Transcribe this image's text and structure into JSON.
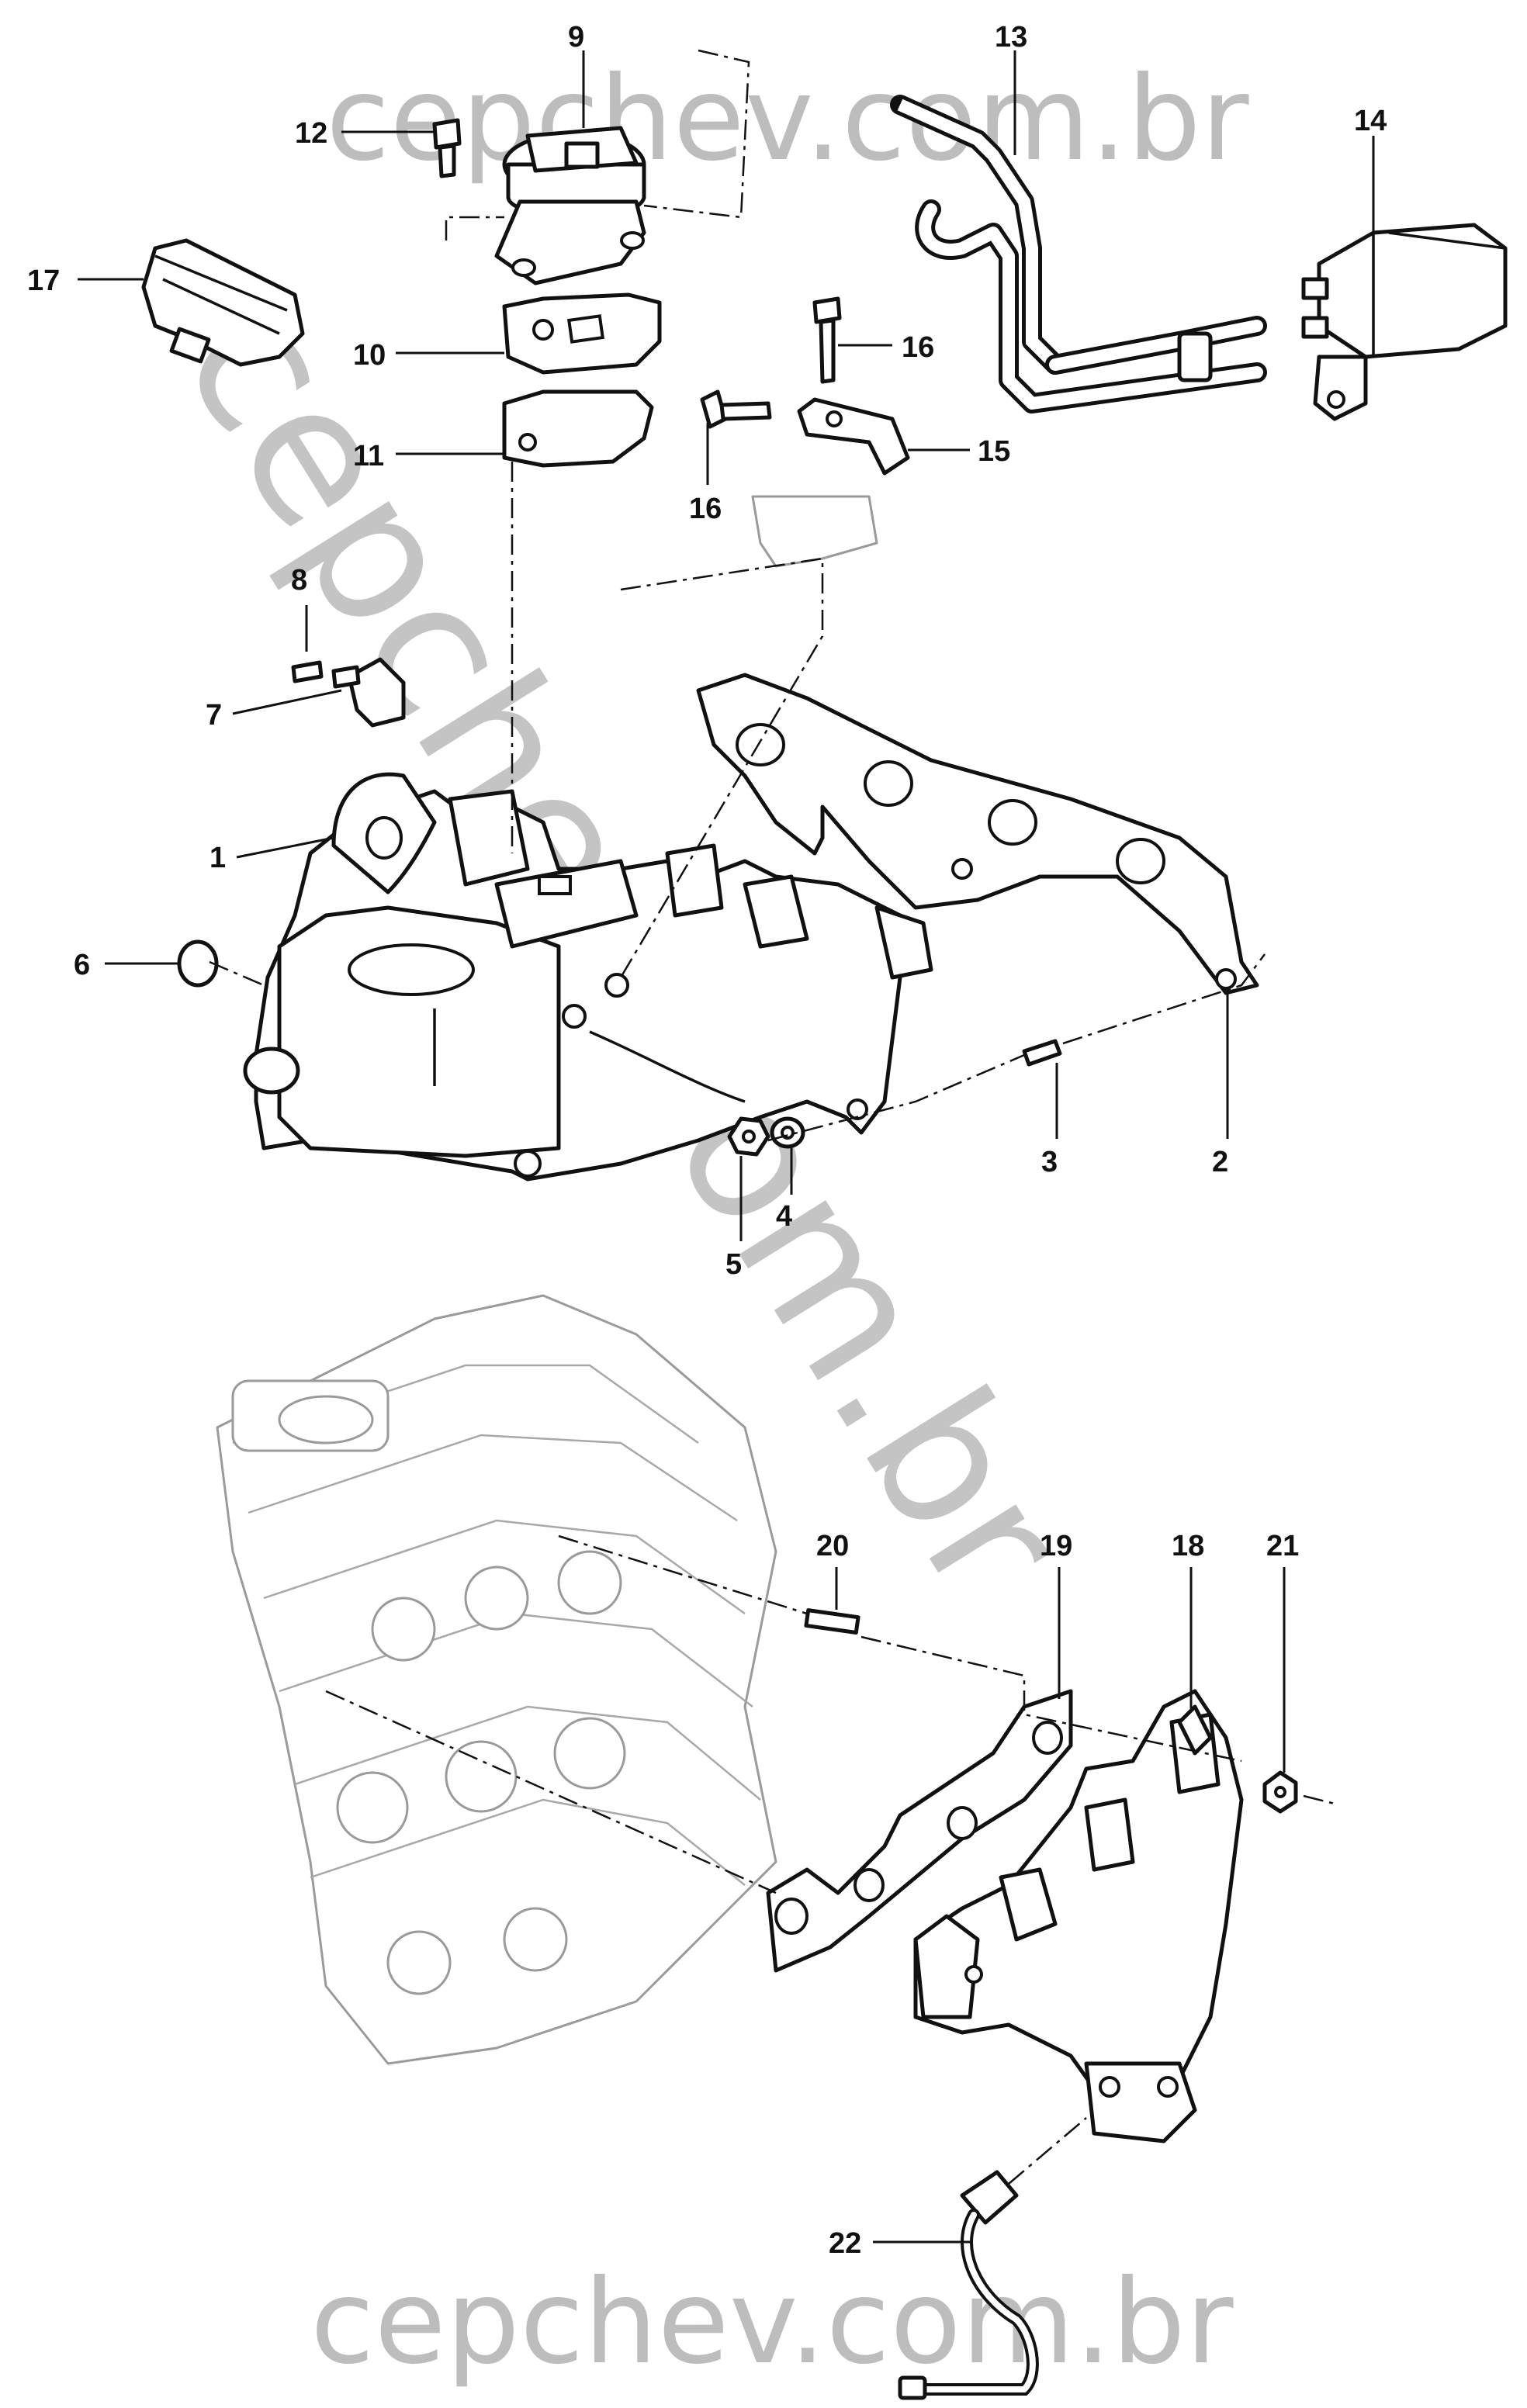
{
  "watermark": {
    "top": "cepchev.com.br",
    "bottom": "cepchev.com.br",
    "diagonal": "cepchev.com.br"
  },
  "callouts": [
    "1",
    "2",
    "3",
    "4",
    "5",
    "6",
    "7",
    "8",
    "9",
    "10",
    "11",
    "12",
    "13",
    "14",
    "15",
    "16",
    "16",
    "17",
    "18",
    "19",
    "20",
    "21",
    "22"
  ],
  "colors": {
    "line": "#111111",
    "ghost": "#9a9a9a",
    "watermark": "#bdbdbd"
  }
}
